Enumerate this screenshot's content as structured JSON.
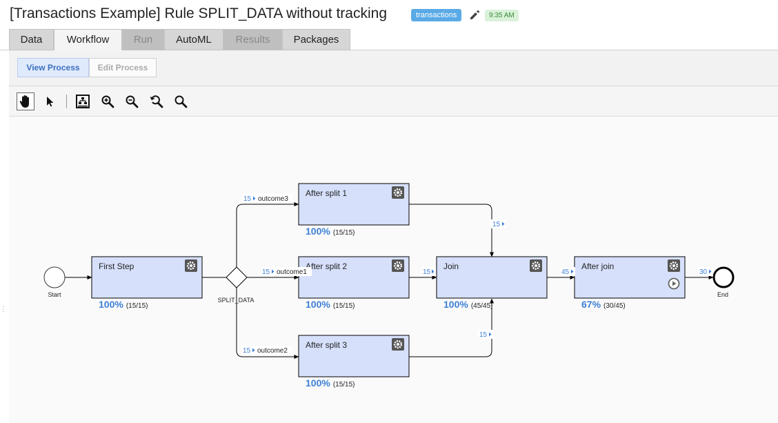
{
  "header": {
    "title": "[Transactions Example] Rule SPLIT_DATA without tracking",
    "tag": "transactions",
    "time": "9:35 AM"
  },
  "tabs": [
    {
      "label": "Data",
      "state": "normal"
    },
    {
      "label": "Workflow",
      "state": "active"
    },
    {
      "label": "Run",
      "state": "disabled"
    },
    {
      "label": "AutoML",
      "state": "normal"
    },
    {
      "label": "Results",
      "state": "disabled"
    },
    {
      "label": "Packages",
      "state": "normal"
    }
  ],
  "subnav": {
    "view_process": "View Process",
    "edit_process": "Edit Process"
  },
  "toolbar": {
    "tools": [
      "hand-icon",
      "pointer-icon",
      "fit-diagram-icon",
      "zoom-in-icon",
      "zoom-out-icon",
      "zoom-reset-icon",
      "zoom-icon"
    ]
  },
  "diagram": {
    "start_label": "Start",
    "end_label": "End",
    "gateway_label": "SPLIT_DATA",
    "nodes": {
      "first_step": {
        "title": "First Step",
        "percent": "100%",
        "count": "(15/15)"
      },
      "after_split_1": {
        "title": "After split 1",
        "percent": "100%",
        "count": "(15/15)"
      },
      "after_split_2": {
        "title": "After split 2",
        "percent": "100%",
        "count": "(15/15)"
      },
      "after_split_3": {
        "title": "After split 3",
        "percent": "100%",
        "count": "(15/15)"
      },
      "join": {
        "title": "Join",
        "percent": "100%",
        "count": "(45/45)"
      },
      "after_join": {
        "title": "After join",
        "percent": "67%",
        "count": "(30/45)"
      }
    },
    "edges": {
      "outcome3": {
        "count": "15",
        "label": "outcome3"
      },
      "outcome1": {
        "count": "15",
        "label": "outcome1"
      },
      "outcome2": {
        "count": "15",
        "label": "outcome2"
      },
      "split1_to_join": {
        "count": "15"
      },
      "split2_to_join": {
        "count": "15"
      },
      "split3_to_join": {
        "count": "15"
      },
      "join_to_after": {
        "count": "45"
      },
      "after_to_end": {
        "count": "30"
      }
    }
  },
  "colors": {
    "node_fill": "#d6e0fb",
    "percent_text": "#3d7fd6",
    "tag_bg": "#5aaae6",
    "time_bg": "#d9f2d9"
  }
}
